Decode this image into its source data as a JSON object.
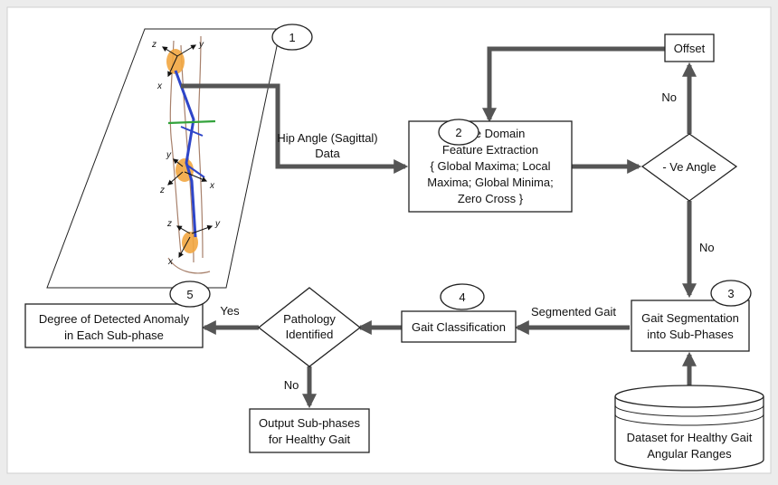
{
  "nodes": {
    "step2": {
      "line1": "Time Domain",
      "line2": "Feature Extraction",
      "line3": "{ Global Maxima; Local",
      "line4": "Maxima; Global Minima;",
      "line5": "Zero Cross }"
    },
    "offset": "Offset",
    "ve_angle": "- Ve Angle",
    "segmentation": {
      "line1": "Gait Segmentation",
      "line2": "into Sub-Phases"
    },
    "classification": "Gait Classification",
    "pathology": {
      "line1": "Pathology",
      "line2": "Identified"
    },
    "anomaly": {
      "line1": "Degree of Detected Anomaly",
      "line2": "in Each Sub-phase"
    },
    "healthy_output": {
      "line1": "Output Sub-phases",
      "line2": "for Healthy Gait"
    },
    "dataset": {
      "line1": "Dataset for Healthy Gait",
      "line2": "Angular Ranges"
    }
  },
  "edges": {
    "hip_angle": {
      "line1": "Hip Angle (Sagittal)",
      "line2": "Data"
    },
    "no_offset": "No",
    "no_segment": "No",
    "segmented_gait": "Segmented Gait",
    "yes": "Yes",
    "no_healthy": "No"
  },
  "step_numbers": {
    "s1": "1",
    "s2": "2",
    "s3": "3",
    "s4": "4",
    "s5": "5"
  },
  "axis_labels": {
    "z": "z",
    "y": "y",
    "x": "x"
  }
}
